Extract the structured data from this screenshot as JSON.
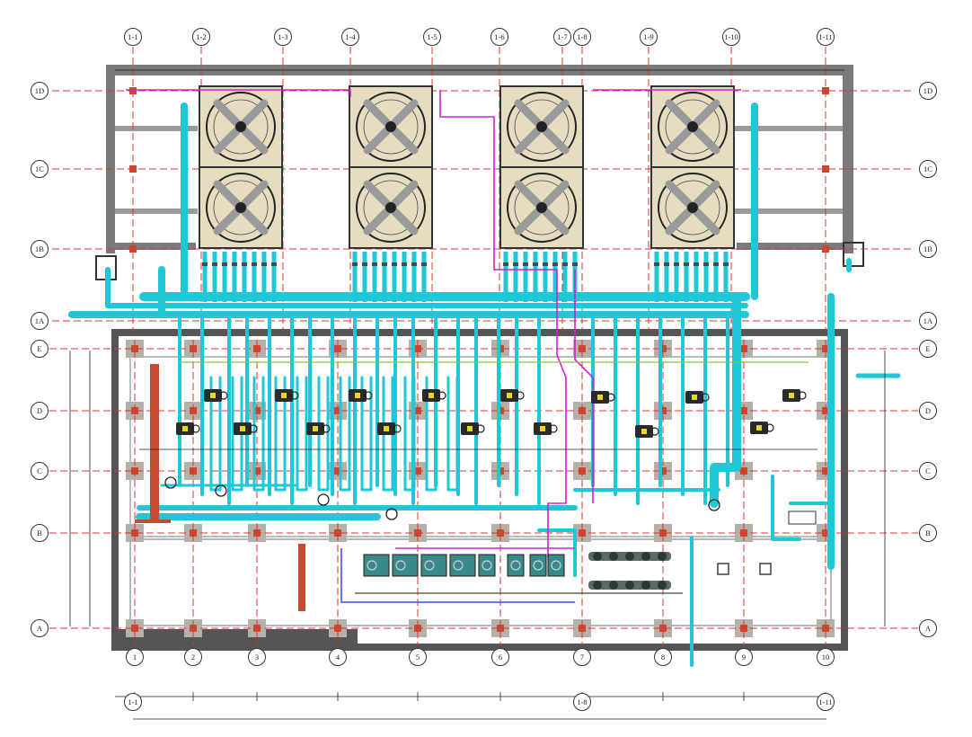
{
  "grid": {
    "top_columns": [
      "1-1",
      "1-2",
      "1-3",
      "1-4",
      "1-5",
      "1-6",
      "1-7",
      "1-8",
      "1-9",
      "1-10",
      "1-11"
    ],
    "upper_rows": [
      "1D",
      "1C",
      "1B",
      "1A"
    ],
    "lower_rows": [
      "E",
      "D",
      "C",
      "B",
      "A"
    ],
    "bottom_columns": [
      "1",
      "2",
      "3",
      "4",
      "5",
      "6",
      "7",
      "8",
      "9",
      "10"
    ],
    "bottom_axis": [
      "1-1",
      "1-8",
      "1-11"
    ]
  },
  "colors": {
    "grid_line": "#e03030",
    "wall": "#7a7a7a",
    "chilled_pipe": "#1ec8d8",
    "magenta_pipe": "#d020d0",
    "red_column": "#c84a30",
    "fan_housing": "#e6dcc0",
    "pump": "#2a2a2a",
    "pump_tag": "#e8d820"
  },
  "equipment": {
    "fan_icon": "cooling-tower-fan-icon",
    "pump_icon": "pump-icon"
  }
}
